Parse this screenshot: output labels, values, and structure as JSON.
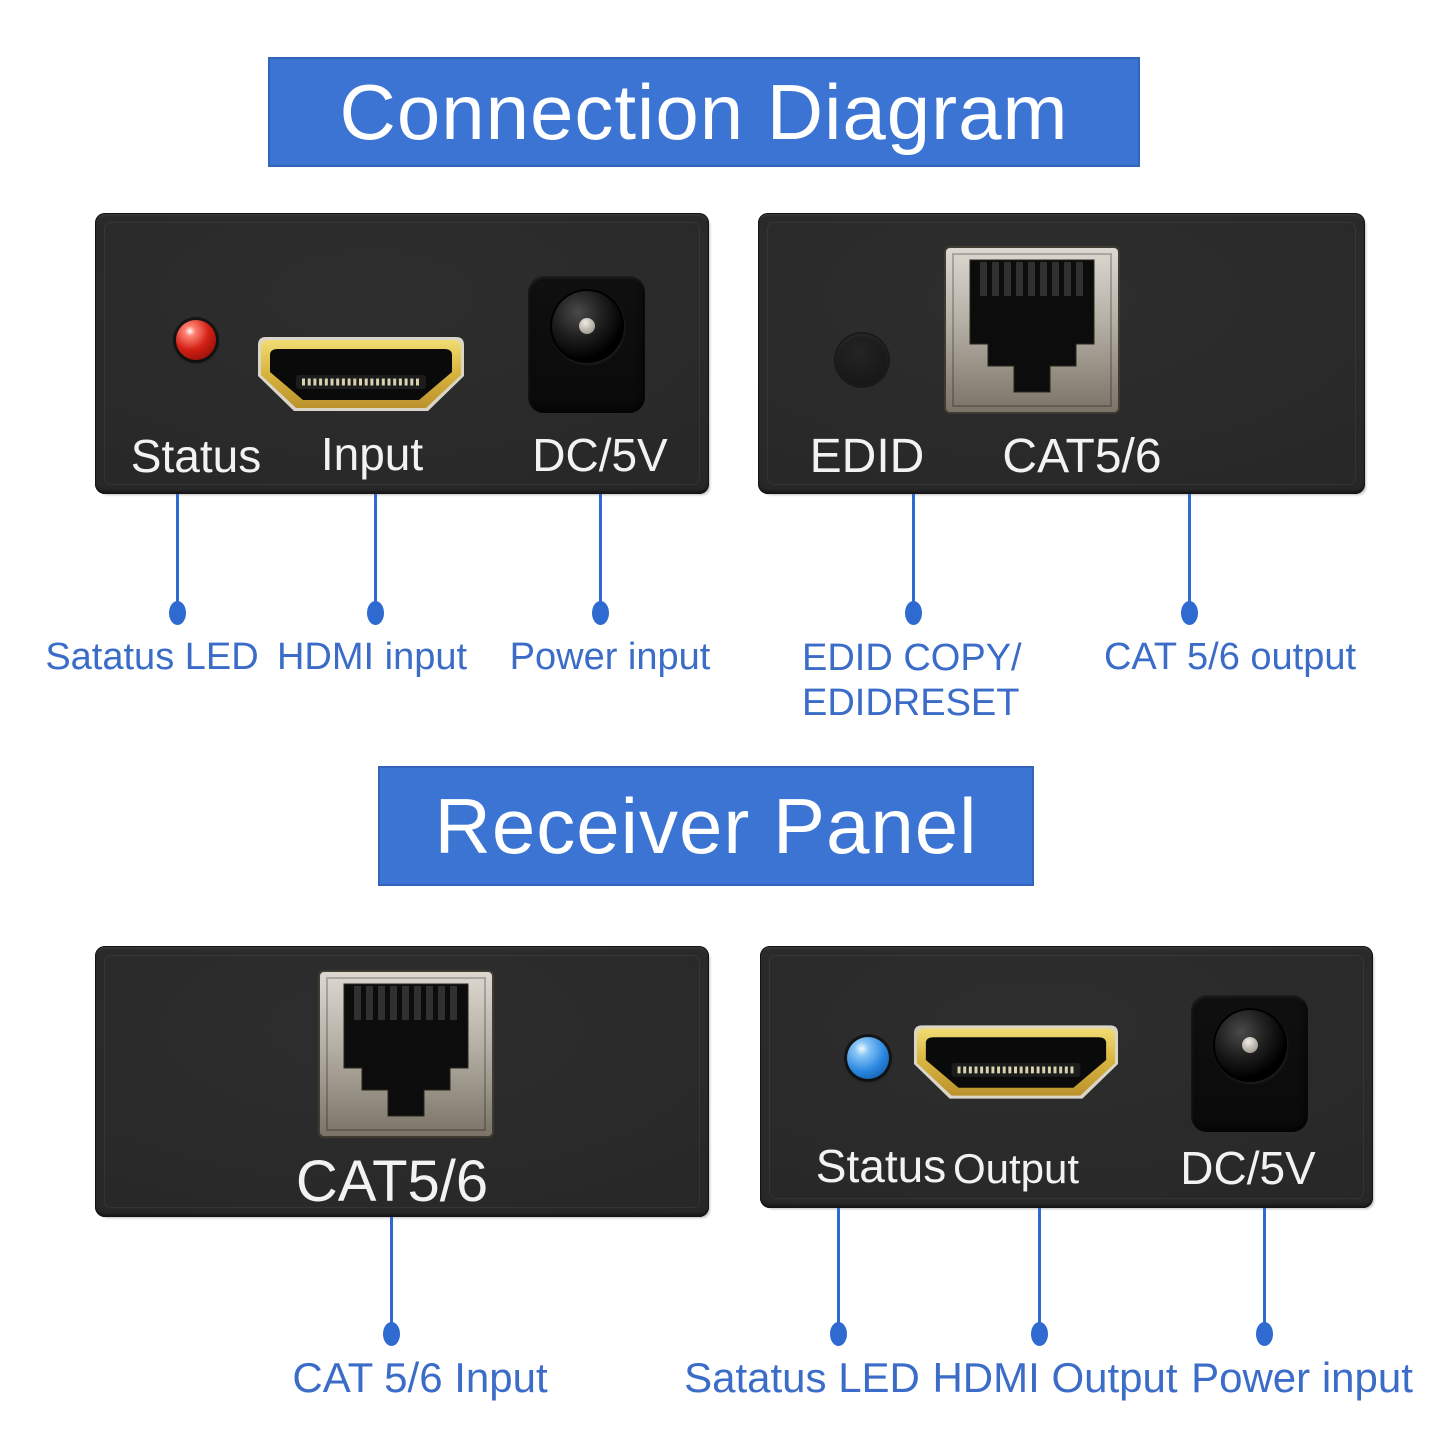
{
  "title_banners": {
    "connection_diagram": "Connection Diagram",
    "receiver_panel": "Receiver Panel"
  },
  "transmitter_front": {
    "status_label": "Status",
    "input_label": "Input",
    "power_label": "DC/5V"
  },
  "transmitter_rear": {
    "edid_label": "EDID",
    "cat_label": "CAT5/6"
  },
  "receiver_rear": {
    "cat_label": "CAT5/6"
  },
  "receiver_front": {
    "status_label": "Status",
    "output_label": "Output",
    "power_label": "DC/5V"
  },
  "callouts_top": [
    {
      "label": "Satatus LED"
    },
    {
      "label": "HDMI input"
    },
    {
      "label": "Power input"
    },
    {
      "line1": "EDID COPY/",
      "line2": "EDIDRESET"
    },
    {
      "label": "CAT 5/6 output"
    }
  ],
  "callouts_bottom": [
    {
      "label": "CAT 5/6 Input"
    },
    {
      "label": "Satatus LED"
    },
    {
      "label": "HDMI Output"
    },
    {
      "label": "Power input"
    }
  ],
  "colors": {
    "banner_blue": "#3c74d4",
    "callout_blue": "#3a6cc8",
    "status_led_red": "#d32015",
    "status_led_blue": "#2c88e0",
    "hdmi_gold": "#d7b33e",
    "rj45_metal": "#b5b0a6",
    "panel_black": "#282828"
  }
}
